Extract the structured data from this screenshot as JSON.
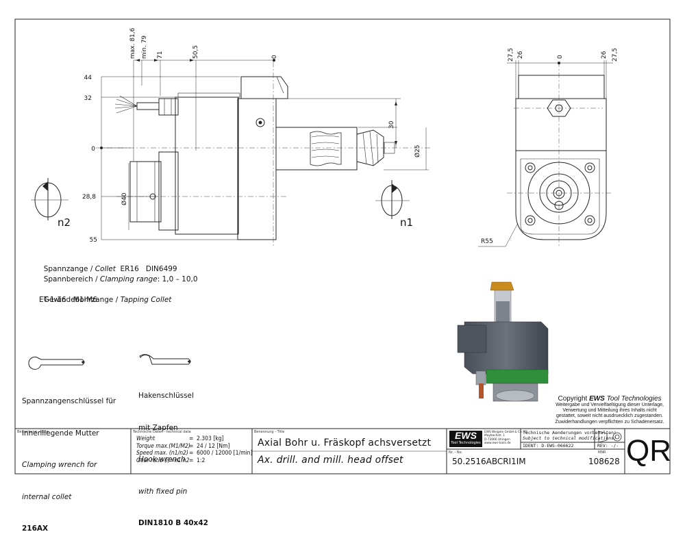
{
  "drawing": {
    "side_view": {
      "vertical_dims": [
        "max. 81,6",
        "min. 79",
        "71",
        "50,5",
        "0"
      ],
      "height_dims": [
        "44",
        "32",
        "0",
        "28,8",
        "55"
      ],
      "diameter_spindle": "Ø40",
      "tool_dims": [
        "30",
        "Ø25"
      ],
      "rotation_labels": [
        "n2",
        "n1"
      ]
    },
    "front_view": {
      "top_dims": [
        "27,5",
        "26",
        "0",
        "26",
        "27,5"
      ],
      "radius": "R55"
    }
  },
  "notes": {
    "collet_de": "Spannzange / ",
    "collet_en": "Collet",
    "collet_spec": "  ER16   DIN6499",
    "range_de": "Spannbereich / ",
    "range_en": "Clamping range",
    "range_val": ": 1,0 – 10,0",
    "tapping_de": "Gewindebohrzange / ",
    "tapping_en": "Tapping Collet",
    "tapping_spec": "ET-1-16   M1-M6"
  },
  "wrench1": {
    "de_line1": "Spannzangenschlüssel für",
    "de_line2": "innenliegende Mutter",
    "en_line1": "Clamping wrench for",
    "en_line2": "internal collet",
    "code": "216AX"
  },
  "wrench2": {
    "de_line1": "Hakenschlüssel",
    "de_line2": "mit Zapfen",
    "en_line1": "Hook wrench",
    "en_line2": "with fixed pin",
    "code": "DIN1810 B 40x42"
  },
  "copyright": {
    "prefix": "Copyright ",
    "brand": "EWS",
    "suffix": " Tool Technologies",
    "lines": [
      "Weitergabe und Vervielfaeltigung dieser Unterlage,",
      "Verwertung und Mitteilung ihres Inhalts nicht",
      "gestattet, soweit nicht ausdruecklich zugestanden.",
      "Zuwiderhandlungen verpflichten zu Schadenersatz."
    ]
  },
  "title_block": {
    "note_label": "Bemerkung - Note",
    "tech_label": "Technische Daten - technical data",
    "title_label": "Benennung - Title",
    "weight_label": "Weight",
    "weight_val": "2.303 [kg]",
    "torque_label": "Torque max.(M1/M2)",
    "torque_val": "24 / 12 [Nm]",
    "speed_label": "Speed max.  (n1/n2)",
    "speed_val": "6000 / 12000 [1/min]",
    "ratio_label": "Gear ratio   (i)=n1:n2",
    "ratio_val": "1:2",
    "eq": "=",
    "title_de": "Axial Bohr u. Fräskopf achsversetzt",
    "title_en": "Ax. drill. and mill. head offset",
    "logo": "EWS",
    "logo_sub": "Tool Technologies",
    "company": [
      "EWS Weigele GmbH & Co. KG",
      "Maybachstr. 1",
      "D-73066 Uhingen",
      "www.ews-tools.de"
    ],
    "change_de": "Technische Aenderungen vorbehalten!",
    "change_en": "Subject to technical modifications!",
    "ident_label": "IDENT:",
    "ident_val": "D-EWS-066622",
    "rev_label": "REV:",
    "rev_val": "-/-",
    "nr_label": "Nr. - No.",
    "nr_val": "50.2516ABCRI1IM",
    "mnr_label": "MNR",
    "mnr_val": "108628",
    "qr": "QR"
  },
  "colors": {
    "line": "#222222",
    "body_grey": "#5f6670",
    "green": "#2f8f3a",
    "brass": "#c98a1e",
    "copper": "#b5532a"
  }
}
